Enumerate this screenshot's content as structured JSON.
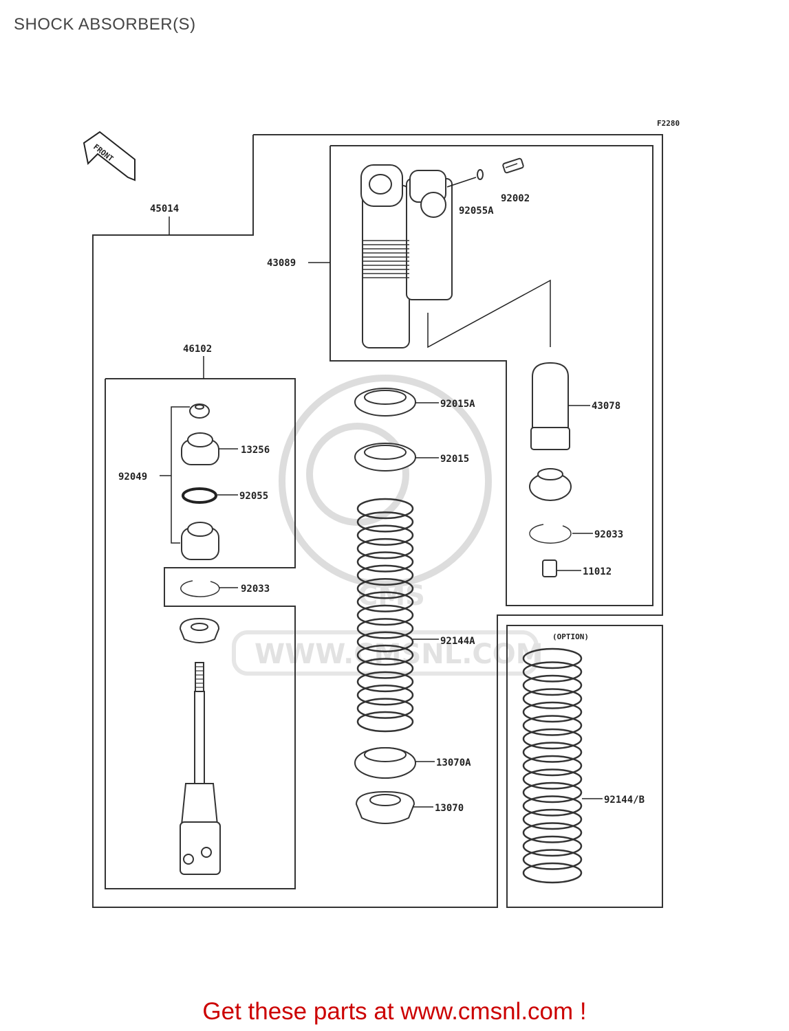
{
  "page": {
    "title": "SHOCK ABSORBER(S)",
    "promo_text": "Get these parts at www.cmsnl.com !"
  },
  "diagram": {
    "figure_code": "F2280",
    "front_label": "FRONT",
    "option_label": "(OPTION)",
    "watermark_text": "WWW.CMSNL.COM",
    "watermark_logo": "CMS",
    "callouts": {
      "p45014": "45014",
      "p43089": "43089",
      "p92002": "92002",
      "p92055a": "92055A",
      "p46102": "46102",
      "p13256": "13256",
      "p92049": "92049",
      "p92055": "92055",
      "p92033_left": "92033",
      "p92015a": "92015A",
      "p92015": "92015",
      "p92144a": "92144A",
      "p13070a": "13070A",
      "p13070": "13070",
      "p43078": "43078",
      "p92033_right": "92033",
      "p11012": "11012",
      "p92144b": "92144/B"
    }
  }
}
